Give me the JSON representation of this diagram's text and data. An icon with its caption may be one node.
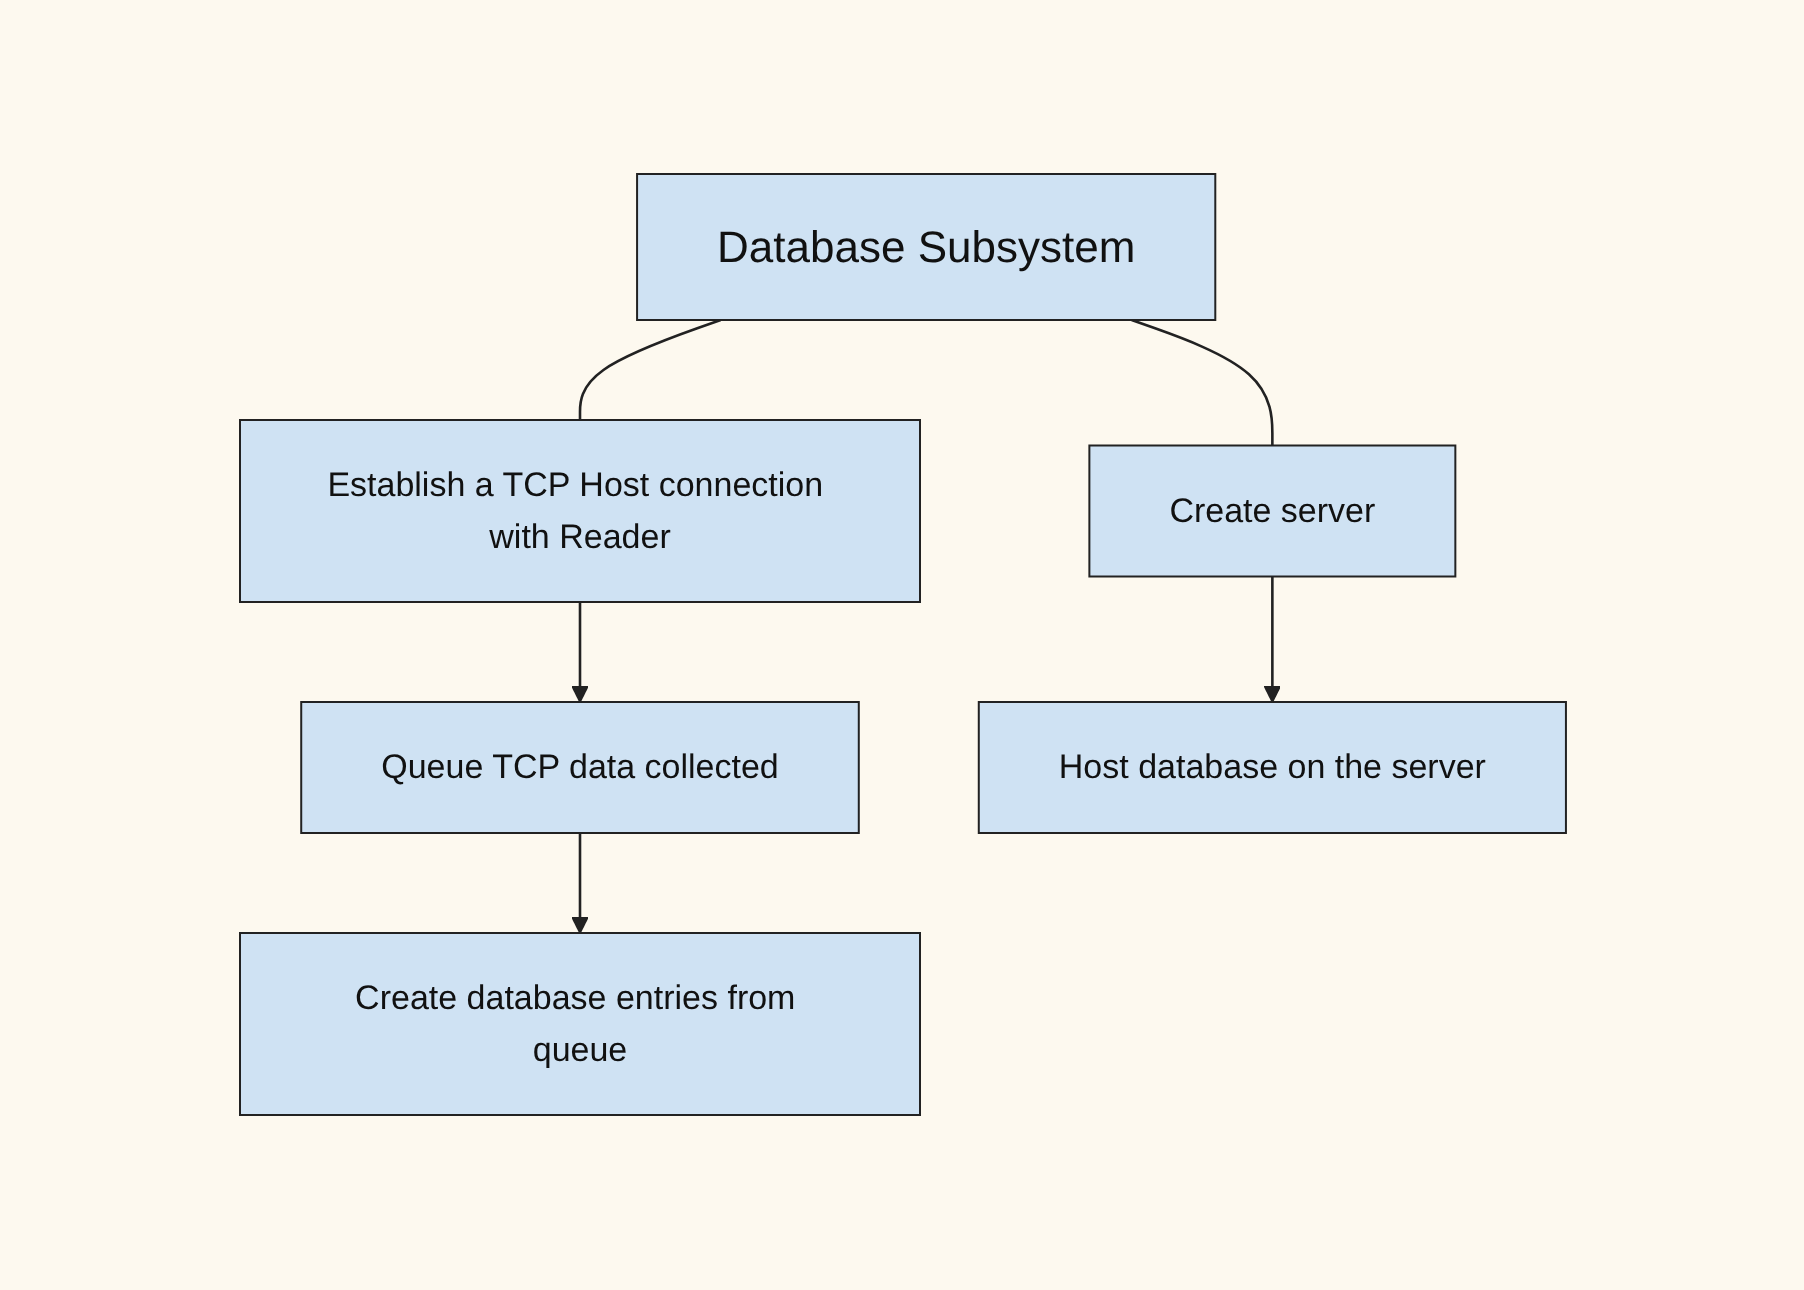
{
  "diagram": {
    "nodes": [
      {
        "text": [
          "Database Subsystem"
        ]
      },
      {
        "text": [
          "Establish a TCP Host connection with Reader"
        ]
      },
      {
        "text": [
          "Create server"
        ]
      },
      {
        "text": [
          "Queue TCP data collected"
        ]
      },
      {
        "text": [
          "Host database on the server"
        ]
      },
      {
        "text": [
          "Create database entries from queue"
        ]
      }
    ],
    "edges": [
      {
        "from": 0,
        "to": 1,
        "arrow": "none"
      },
      {
        "from": 0,
        "to": 2,
        "arrow": "none"
      },
      {
        "from": 1,
        "to": 3,
        "arrow": "to"
      },
      {
        "from": 2,
        "to": 4,
        "arrow": "to"
      },
      {
        "from": 3,
        "to": 5,
        "arrow": "to"
      }
    ]
  }
}
